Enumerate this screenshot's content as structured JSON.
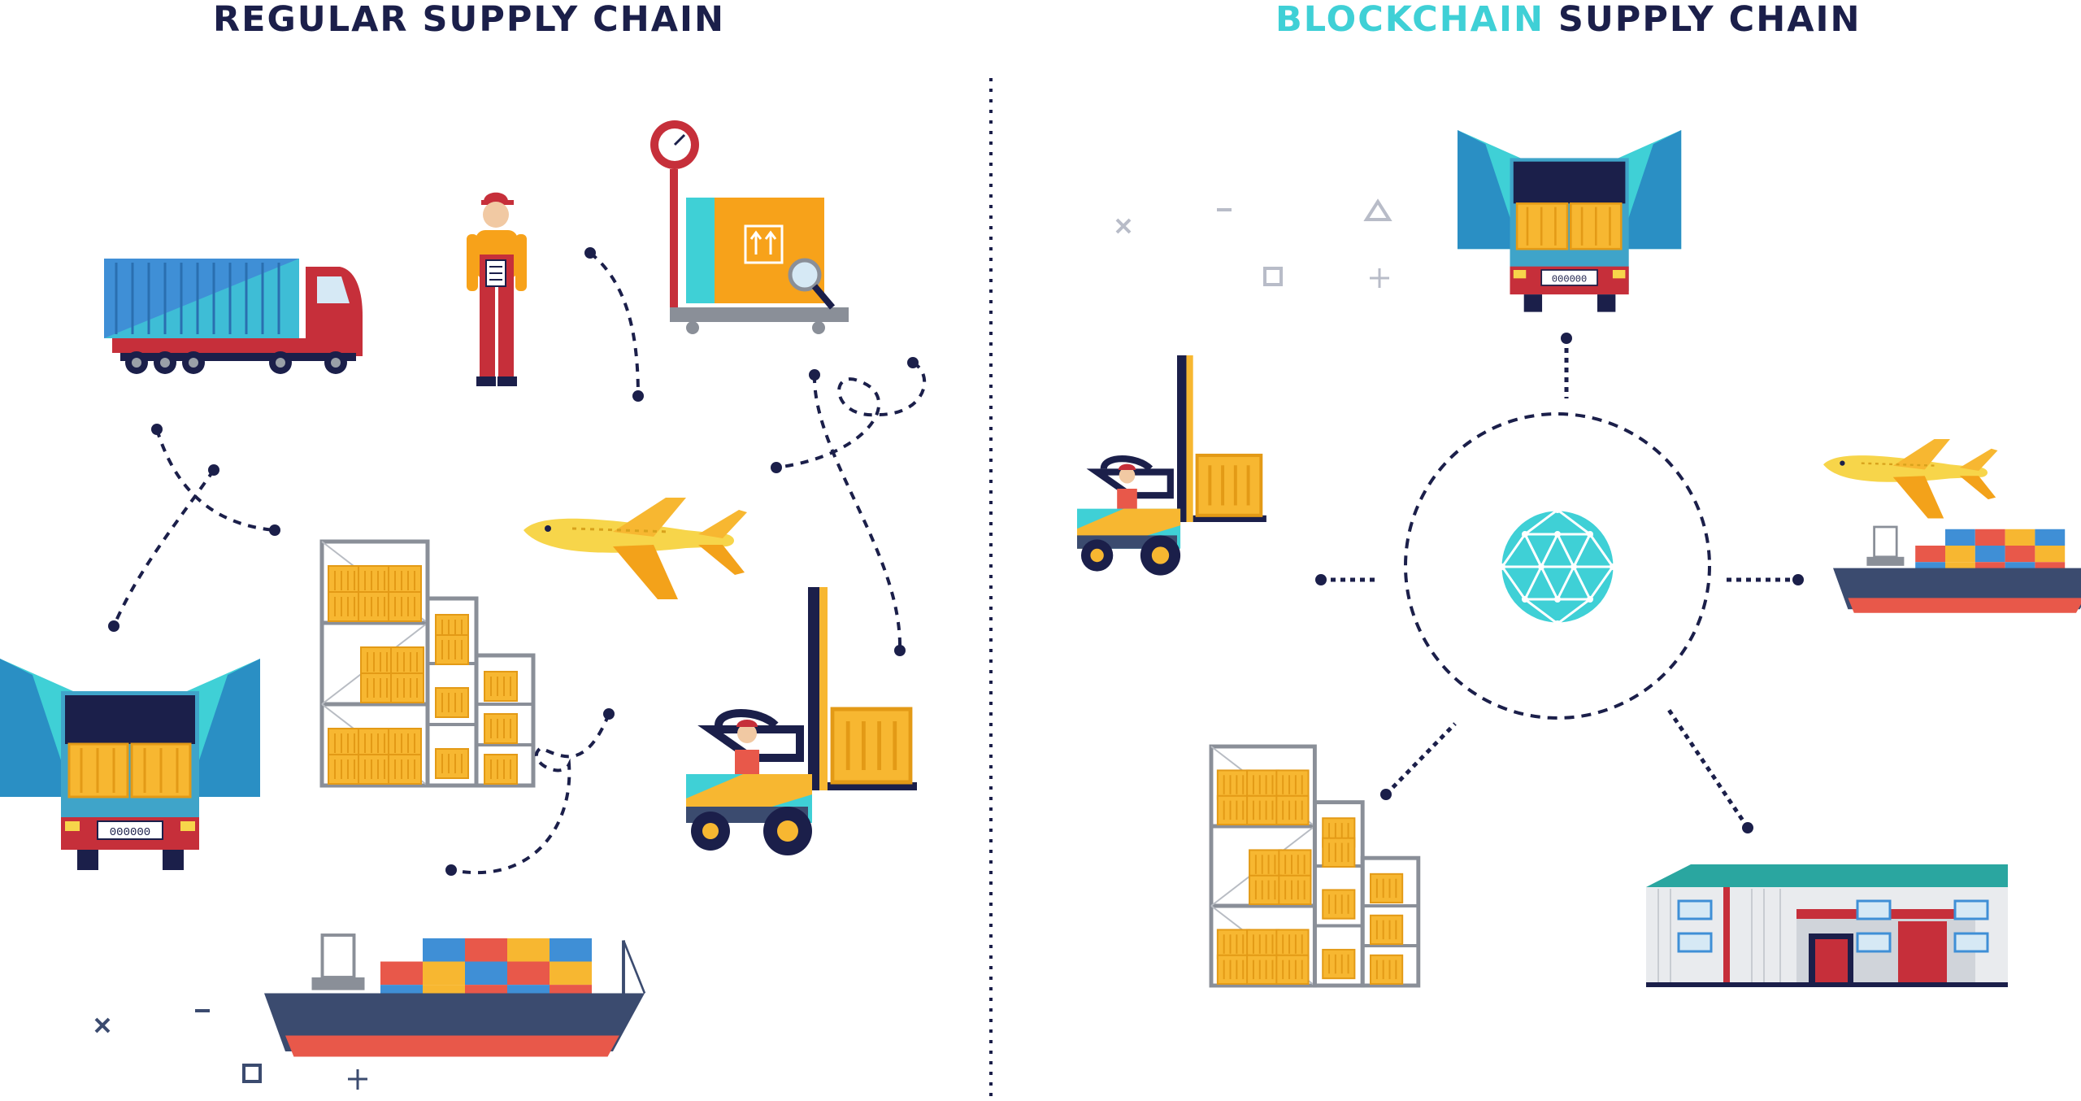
{
  "left_panel": {
    "title": "REGULAR SUPPLY CHAIN"
  },
  "right_panel": {
    "title_accent": "BLOCKCHAIN",
    "title_rest": " SUPPLY CHAIN"
  },
  "plates": {
    "front_truck_left": "000000",
    "front_truck_right": "000000"
  },
  "colors": {
    "navy": "#1b1f4a",
    "accent": "#3fd0d6",
    "box_orange": "#f7b731",
    "truck_red": "#c62f3a",
    "container_blue": "#3f8fd6"
  }
}
